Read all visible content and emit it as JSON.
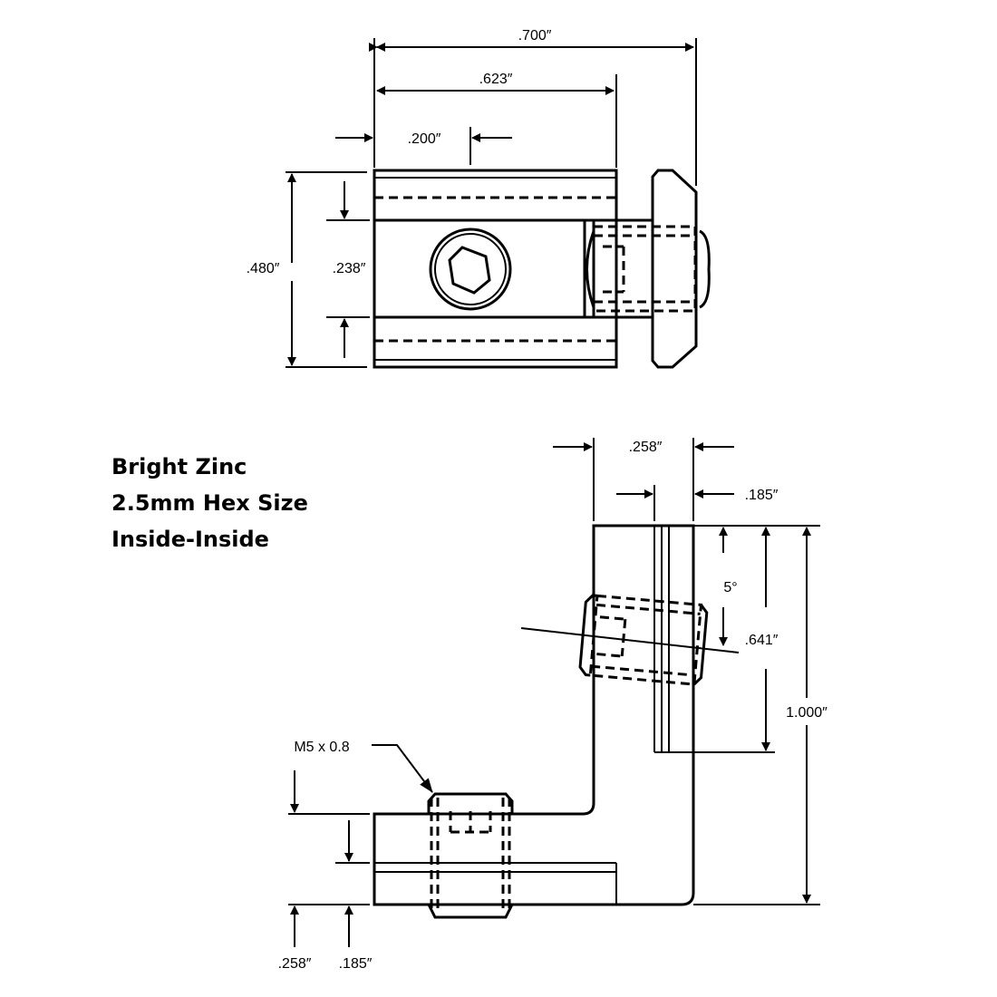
{
  "notes": {
    "finish": "Bright Zinc",
    "hex_size": "2.5mm Hex Size",
    "type": "Inside-Inside"
  },
  "top_view": {
    "overall_width": ".700″",
    "body_width": ".623″",
    "hole_offset": ".200″",
    "height": ".480″",
    "slot_width": ".238″"
  },
  "side_view": {
    "top_width": ".258″",
    "top_inner": ".185″",
    "angle": "5°",
    "screw_height": ".641″",
    "overall_height": "1.000″",
    "thread": "M5 x 0.8",
    "bottom_width": ".258″",
    "bottom_inner": ".185″"
  }
}
